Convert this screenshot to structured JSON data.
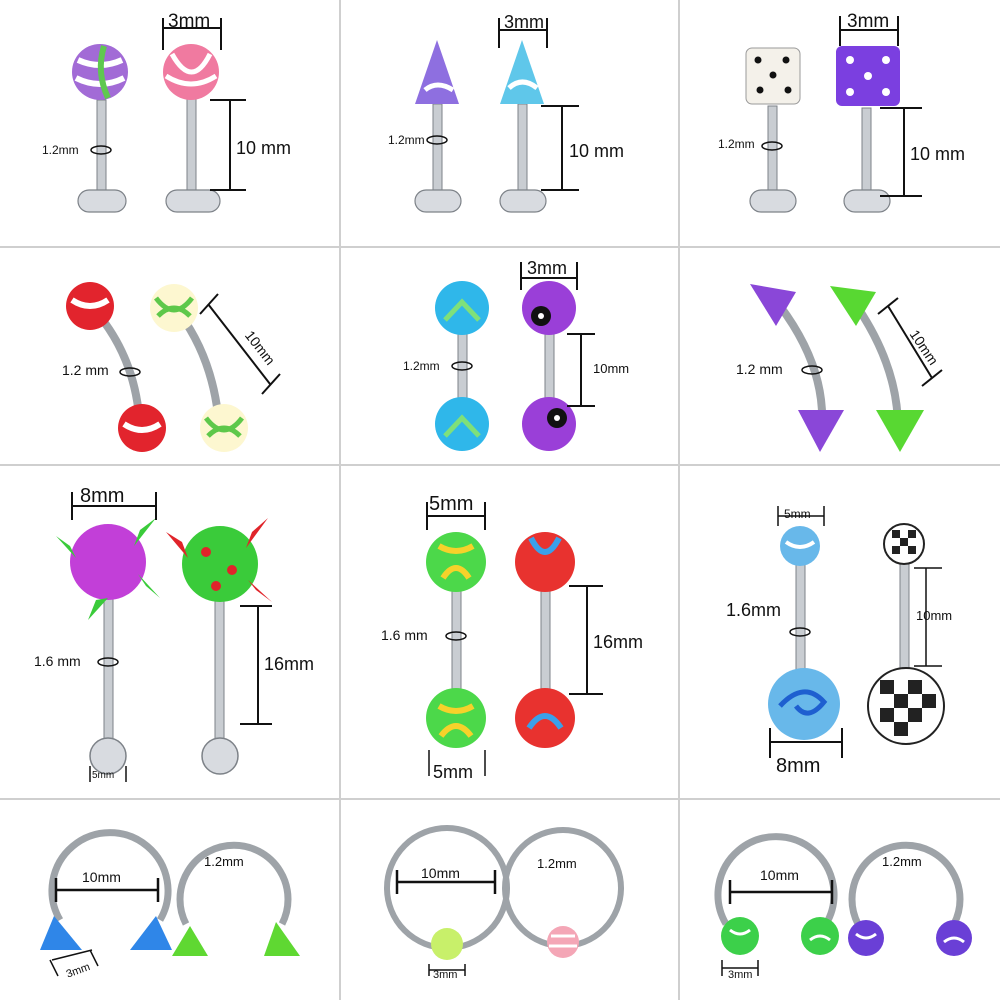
{
  "cells": [
    {
      "id": "labret-swirl",
      "labels": {
        "top": "3mm",
        "gauge": "1.2mm",
        "length": "10 mm"
      },
      "colors": [
        "#a26bd6",
        "#f07aa0"
      ]
    },
    {
      "id": "labret-spike",
      "labels": {
        "top": "3mm",
        "gauge": "1.2mm",
        "length": "10 mm"
      },
      "colors": [
        "#8e6fe0",
        "#5fc7ea"
      ]
    },
    {
      "id": "labret-dice",
      "labels": {
        "top": "3mm",
        "gauge": "1.2mm",
        "length": "10 mm"
      },
      "colors": [
        "#f4f1ea",
        "#7b3fe0"
      ]
    },
    {
      "id": "curved-ball",
      "labels": {
        "gauge": "1.2 mm",
        "length": "10mm"
      },
      "colors": [
        "#e2242d",
        "#5ec84a"
      ]
    },
    {
      "id": "straight-ball",
      "labels": {
        "top": "3mm",
        "gauge": "1.2mm",
        "length": "10mm"
      },
      "colors": [
        "#2fb7ea",
        "#9a3fd8"
      ]
    },
    {
      "id": "curved-spike",
      "labels": {
        "gauge": "1.2 mm",
        "length": "10mm"
      },
      "colors": [
        "#8a47d8",
        "#58d832"
      ]
    },
    {
      "id": "tongue-spiky",
      "labels": {
        "top": "8mm",
        "gauge": "1.6 mm",
        "length": "16mm",
        "bottom": "5mm"
      },
      "colors": [
        "#c23fd8",
        "#3acb3a"
      ]
    },
    {
      "id": "tongue-tiedye",
      "labels": {
        "top": "5mm",
        "gauge": "1.6 mm",
        "length": "16mm",
        "bottom": "5mm"
      },
      "colors": [
        "#f6d22a",
        "#e8322f"
      ]
    },
    {
      "id": "belly-swirl",
      "labels": {
        "top": "5mm",
        "gauge": "1.6mm",
        "length": "10mm",
        "bottom": "8mm"
      },
      "colors": [
        "#68b8ea",
        "#222222"
      ]
    },
    {
      "id": "horseshoe-spike",
      "labels": {
        "inner": "10mm",
        "gauge": "1.2mm",
        "bottom": "3mm"
      },
      "colors": [
        "#2f86e8",
        "#5fd832"
      ]
    },
    {
      "id": "captive-ring",
      "labels": {
        "inner": "10mm",
        "gauge": "1.2mm",
        "bottom": "3mm"
      },
      "colors": [
        "#c8f06a",
        "#f4a6b6"
      ]
    },
    {
      "id": "horseshoe-ball",
      "labels": {
        "inner": "10mm",
        "gauge": "1.2mm",
        "bottom": "3mm"
      },
      "colors": [
        "#3cd04a",
        "#6a3fd6"
      ]
    }
  ]
}
